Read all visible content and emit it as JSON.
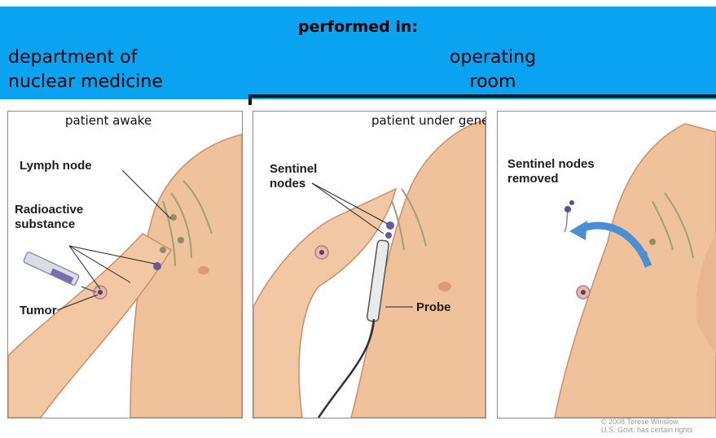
{
  "header": {
    "title": "performed in:",
    "left_line1": "department of",
    "left_line2": "nuclear medicine",
    "right_line1": "operating",
    "right_line2": "room"
  },
  "captions": {
    "awake": "patient awake",
    "anaesthesia": "patient under general anaesthesia"
  },
  "panel1": {
    "lymph_node": "Lymph node",
    "radioactive_line1": "Radioactive",
    "radioactive_line2": "substance",
    "tumor": "Tumor"
  },
  "panel2": {
    "sentinel_line1": "Sentinel",
    "sentinel_line2": "nodes",
    "probe": "Probe"
  },
  "panel3": {
    "removed_line1": "Sentinel nodes",
    "removed_line2": "removed"
  },
  "copyright": {
    "line1": "© 2008 Terese Winslow",
    "line2": "U.S. Govt. has certain rights"
  },
  "colors": {
    "banner": "#0aa3f2",
    "skin": "#f0c29c",
    "arrow": "#4a8fd6"
  }
}
